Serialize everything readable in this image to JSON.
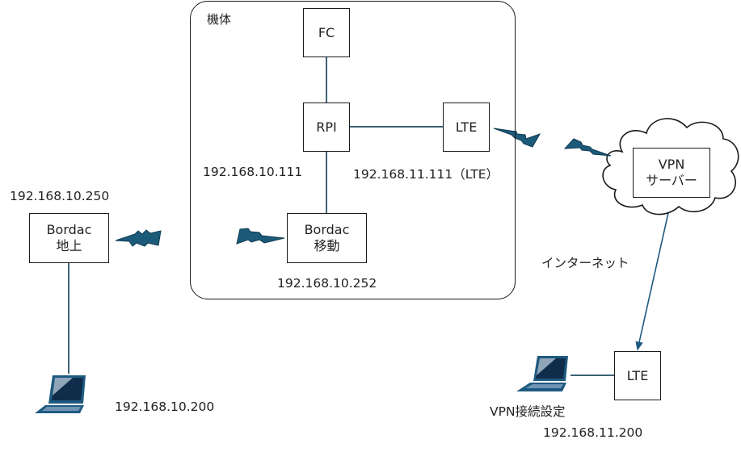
{
  "diagram": {
    "colors": {
      "link": "#3d6275",
      "bolt": "#1c5a7a",
      "laptop": "#1e5a80",
      "border": "#1a1a1a"
    },
    "aircraft_group": {
      "label": "機体"
    },
    "nodes": {
      "fc": {
        "label": "FC"
      },
      "rpi": {
        "label": "RPI",
        "ip": "192.168.10.111"
      },
      "lte_air": {
        "label": "LTE",
        "ip": "192.168.11.111（LTE）"
      },
      "bordac_mobile": {
        "line1": "Bordac",
        "line2": "移動",
        "ip": "192.168.10.252"
      },
      "bordac_ground": {
        "line1": "Bordac",
        "line2": "地上",
        "ip": "192.168.10.250"
      },
      "vpn_server": {
        "line1": "VPN",
        "line2": "サーバー"
      },
      "lte_ground": {
        "label": "LTE"
      },
      "laptop_ground": {
        "ip": "192.168.10.200"
      },
      "laptop_vpn": {
        "label": "VPN接続設定",
        "ip": "192.168.11.200"
      }
    },
    "internet_label": "インターネット",
    "links": [
      {
        "from": "fc",
        "to": "rpi",
        "type": "wired"
      },
      {
        "from": "rpi",
        "to": "lte_air",
        "type": "wired"
      },
      {
        "from": "rpi",
        "to": "bordac_mobile",
        "type": "wired"
      },
      {
        "from": "bordac_ground",
        "to": "laptop_ground",
        "type": "wired"
      },
      {
        "from": "laptop_vpn",
        "to": "lte_ground",
        "type": "wired"
      },
      {
        "from": "vpn_server",
        "to": "lte_ground",
        "type": "bidirectional-arrow"
      },
      {
        "from": "bordac_ground",
        "to": "bordac_mobile",
        "type": "wireless"
      },
      {
        "from": "lte_air",
        "to": "vpn_server",
        "type": "wireless"
      }
    ]
  }
}
